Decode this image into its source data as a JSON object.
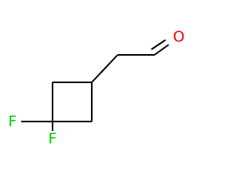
{
  "molecule": {
    "atoms": {
      "oxygen": {
        "symbol": "O",
        "color": "#ff0000"
      },
      "fluorine_left": {
        "symbol": "F",
        "color": "#00cc00"
      },
      "fluorine_bottom": {
        "symbol": "F",
        "color": "#00cc00"
      }
    },
    "bond_color": "#000000"
  }
}
